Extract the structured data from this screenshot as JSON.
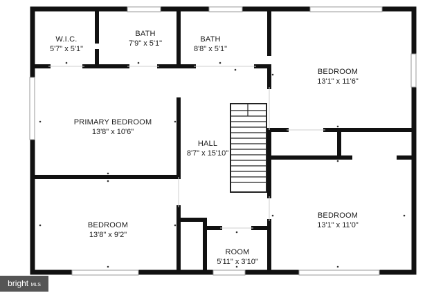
{
  "rooms": {
    "wic": {
      "name": "W.I.C.",
      "dims": "5'7\" x 5'1\""
    },
    "bath_left": {
      "name": "BATH",
      "dims": "7'9\" x 5'1\""
    },
    "bath_right": {
      "name": "BATH",
      "dims": "8'8\" x 5'1\""
    },
    "bedroom_ne": {
      "name": "BEDROOM",
      "dims": "13'1\" x 11'6\""
    },
    "primary_bedroom": {
      "name": "PRIMARY BEDROOM",
      "dims": "13'8\" x 10'6\""
    },
    "hall": {
      "name": "HALL",
      "dims": "8'7\" x 15'10\""
    },
    "bedroom_sw": {
      "name": "BEDROOM",
      "dims": "13'8\" x 9'2\""
    },
    "room": {
      "name": "ROOM",
      "dims": "5'11\" x 3'10\""
    },
    "bedroom_se": {
      "name": "BEDROOM",
      "dims": "13'1\" x 11'0\""
    }
  },
  "watermark": {
    "brand": "bright",
    "suffix": "MLS"
  },
  "colors": {
    "wall": "#111111",
    "window": "#9a9a9a",
    "stairs": "#222222"
  }
}
